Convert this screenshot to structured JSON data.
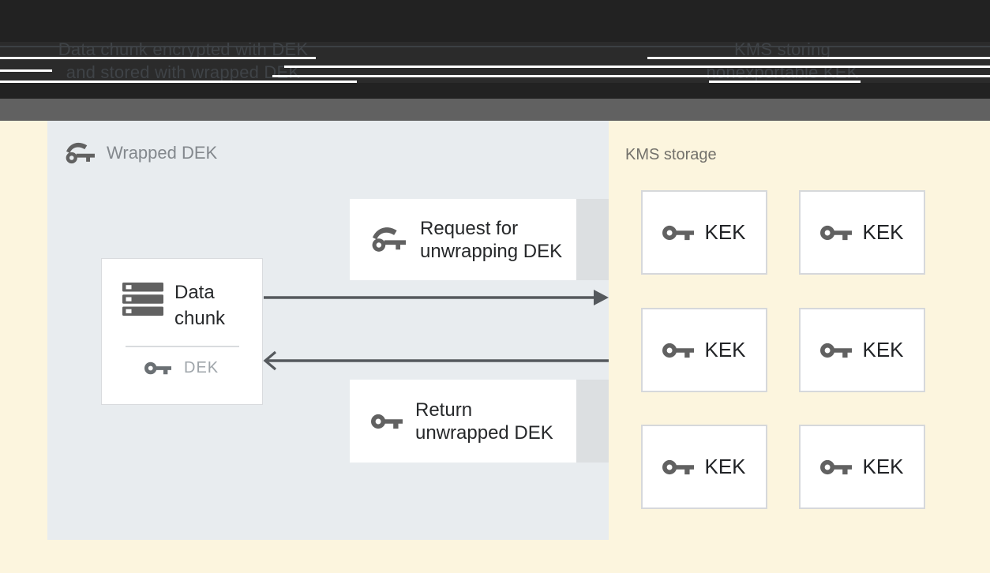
{
  "captions": {
    "left": [
      "Data chunk encrypted with DEK",
      "and stored with wrapped DEK"
    ],
    "right": [
      "KMS storing",
      "nonexportable KEK"
    ]
  },
  "panel": {
    "label": "Wrapped DEK",
    "data_card": {
      "title": "Data chunk",
      "dek": "DEK"
    },
    "request_card": {
      "line1": "Request for",
      "line2": "unwrapping DEK"
    },
    "return_card": {
      "line1": "Return",
      "line2": "unwrapped DEK"
    }
  },
  "kms": {
    "label": "KMS storage",
    "keks": [
      "KEK",
      "KEK",
      "KEK",
      "KEK",
      "KEK",
      "KEK"
    ]
  },
  "icons": [
    "wrapped-key-icon",
    "data-stack-icon",
    "key-icon"
  ],
  "colors": {
    "background": "#FCF5DE",
    "panel": "#E8ECEF",
    "band_black": "#222222",
    "band_gray": "#616161",
    "card_border": "#D9DBDE",
    "tail_gray": "#DCDFE1",
    "arrow": "#55595D",
    "icon_gray": "#616161",
    "text_dark": "#26282A",
    "text_muted": "#9FA5AA",
    "panel_label": "#83888D",
    "kms_label": "#73716B",
    "caption_ghost": "#3F4347"
  }
}
